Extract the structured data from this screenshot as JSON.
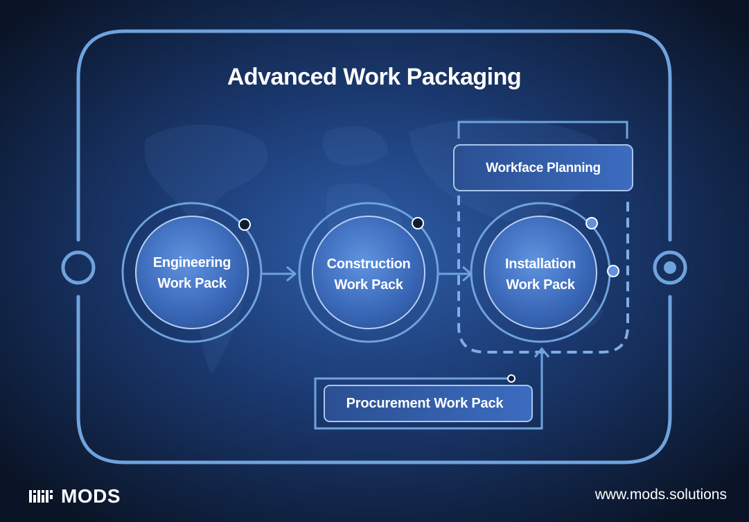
{
  "title": "Advanced Work Packaging",
  "nodes": {
    "engineering": {
      "line1": "Engineering",
      "line2": "Work Pack"
    },
    "construction": {
      "line1": "Construction",
      "line2": "Work Pack"
    },
    "installation": {
      "line1": "Installation",
      "line2": "Work Pack"
    }
  },
  "boxes": {
    "workface_planning": "Workface Planning",
    "procurement": "Procurement Work Pack"
  },
  "footer": {
    "brand": "MODS",
    "url": "www.mods.solutions"
  },
  "colors": {
    "background": "#0a1426",
    "frame_stroke": "#6fa3dd",
    "node_fill": "#3f70c2",
    "text": "#ffffff"
  },
  "icons": {
    "logo": "mods-logo-icon",
    "left_connector": "connector-ring-icon",
    "right_connector": "connector-target-icon"
  }
}
